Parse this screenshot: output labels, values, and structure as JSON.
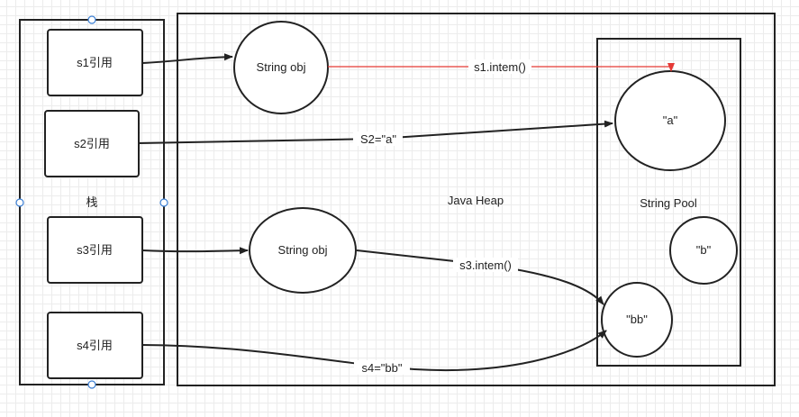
{
  "stack": {
    "label": "栈"
  },
  "refs": {
    "s1": "s1引用",
    "s2": "s2引用",
    "s3": "s3引用",
    "s4": "s4引用"
  },
  "heap": {
    "label": "Java Heap",
    "obj1": "String obj",
    "obj2": "String obj"
  },
  "pool": {
    "label": "String Pool",
    "a": "\"a\"",
    "b": "\"b\"",
    "bb": "\"bb\""
  },
  "edges": {
    "e1": "s1.intem()",
    "e2": "S2=\"a\"",
    "e3": "s3.intem()",
    "e4": "s4=\"bb\""
  },
  "colors": {
    "stroke": "#222222",
    "intern_arrow": "#e53935",
    "handle_stroke": "#3b7fd4"
  }
}
